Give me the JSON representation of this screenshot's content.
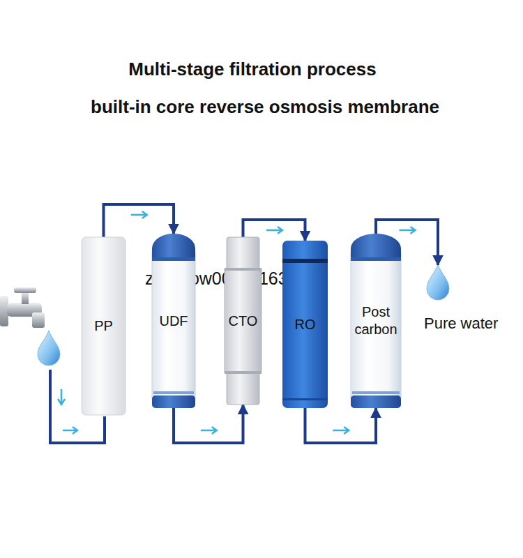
{
  "diagram": {
    "title": "Multi-stage filtration process",
    "nodes": [
      {
        "text": [
          "PP"
        ]
      },
      {
        "text": [
          "UDF"
        ]
      },
      {
        "text": [
          "CTO"
        ]
      },
      {
        "text": [
          "RO"
        ]
      },
      {
        "text": [
          "Post carbon"
        ]
      },
      {
        "text": [
          "Pure water"
        ]
      }
    ],
    "edges": [
      {
        "from": 0,
        "to": 1,
        "arrow": "to"
      },
      {
        "from": 1,
        "to": 2,
        "arrow": "to"
      },
      {
        "from": 2,
        "to": 3,
        "arrow": "to"
      },
      {
        "from": 3,
        "to": 4,
        "arrow": "to"
      },
      {
        "from": 4,
        "to": 5,
        "arrow": "to"
      }
    ],
    "labels": [
      "built-in core reverse osmosis membrane",
      "zlinshow001@163.com"
    ]
  }
}
